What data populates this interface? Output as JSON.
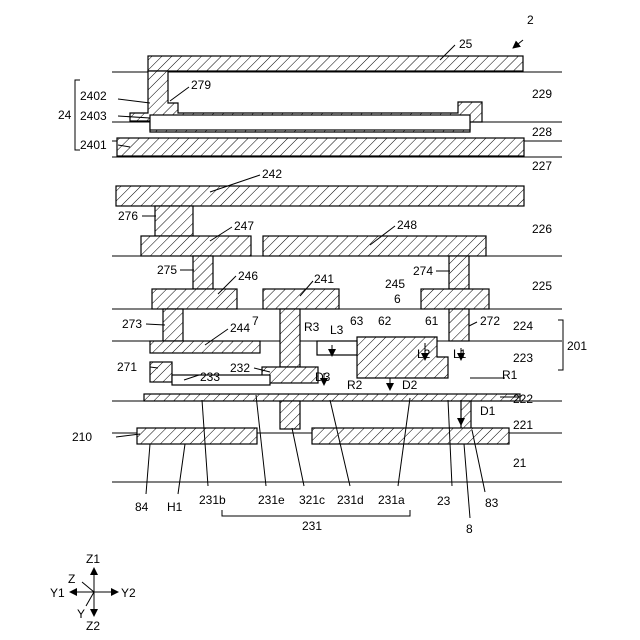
{
  "figure_number": "2",
  "layer_labels": {
    "l25": "25",
    "l279": "279",
    "l229": "229",
    "l24": "24",
    "l2402": "2402",
    "l2403": "2403",
    "l228": "228",
    "l2401": "2401",
    "l227": "227",
    "l242": "242",
    "l276": "276",
    "l247": "247",
    "l248": "248",
    "l226": "226",
    "l275": "275",
    "l246": "246",
    "l241": "241",
    "l274": "274",
    "l245": "245",
    "l225": "225",
    "l6": "6",
    "l7": "7",
    "l273": "273",
    "l244": "244",
    "l63": "63",
    "l62": "62",
    "l61": "61",
    "l272": "272",
    "l224": "224",
    "l201": "201",
    "lR3": "R3",
    "lL3": "L3",
    "lL2": "L2",
    "lL1": "L1",
    "l223": "223",
    "l271": "271",
    "l232": "232",
    "l233": "233",
    "lD3": "D3",
    "lR2": "R2",
    "lD2": "D2",
    "lR1": "R1",
    "l222": "222",
    "lD1": "D1",
    "l221": "221",
    "l210": "210",
    "l21": "21",
    "l84": "84",
    "lH1": "H1",
    "l231b": "231b",
    "l231e": "231e",
    "l321c": "321c",
    "l231d": "231d",
    "l231a": "231a",
    "l23": "23",
    "l83": "83",
    "l231": "231",
    "l8": "8"
  },
  "axes": {
    "z1": "Z1",
    "z": "Z",
    "y1": "Y1",
    "y2": "Y2",
    "y": "Y",
    "z2": "Z2"
  }
}
